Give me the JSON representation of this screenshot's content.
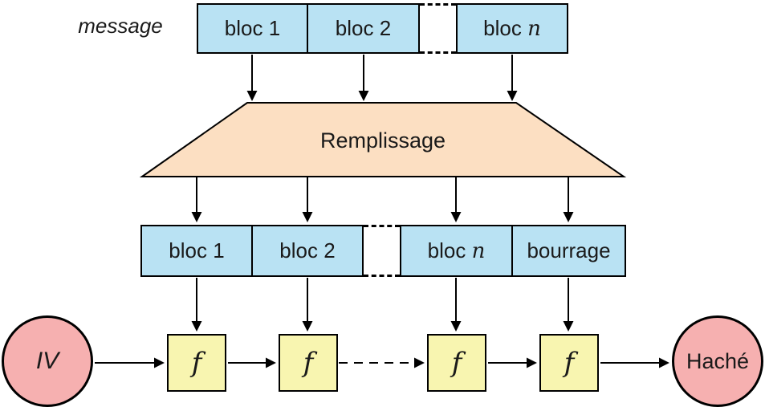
{
  "labels": {
    "message": "message",
    "padding": "Remplissage",
    "iv": "IV",
    "f": "f",
    "output": "Haché"
  },
  "top_row": {
    "blocks": [
      {
        "prefix": "bloc",
        "suffix": "1"
      },
      {
        "prefix": "bloc",
        "suffix": "2"
      },
      {
        "prefix": "bloc",
        "suffix": "n"
      }
    ]
  },
  "middle_row": {
    "blocks": [
      {
        "prefix": "bloc",
        "suffix": "1"
      },
      {
        "prefix": "bloc",
        "suffix": "2"
      },
      {
        "prefix": "bloc",
        "suffix": "n"
      },
      {
        "prefix": "bourrage",
        "suffix": ""
      }
    ]
  },
  "colors": {
    "block_fill": "#b9e2f3",
    "trapezoid_fill": "#fcdfc2",
    "f_fill": "#f8f5b0",
    "circle_fill": "#f6b0b0",
    "stroke": "#000000",
    "text": "#1a1a1a"
  }
}
